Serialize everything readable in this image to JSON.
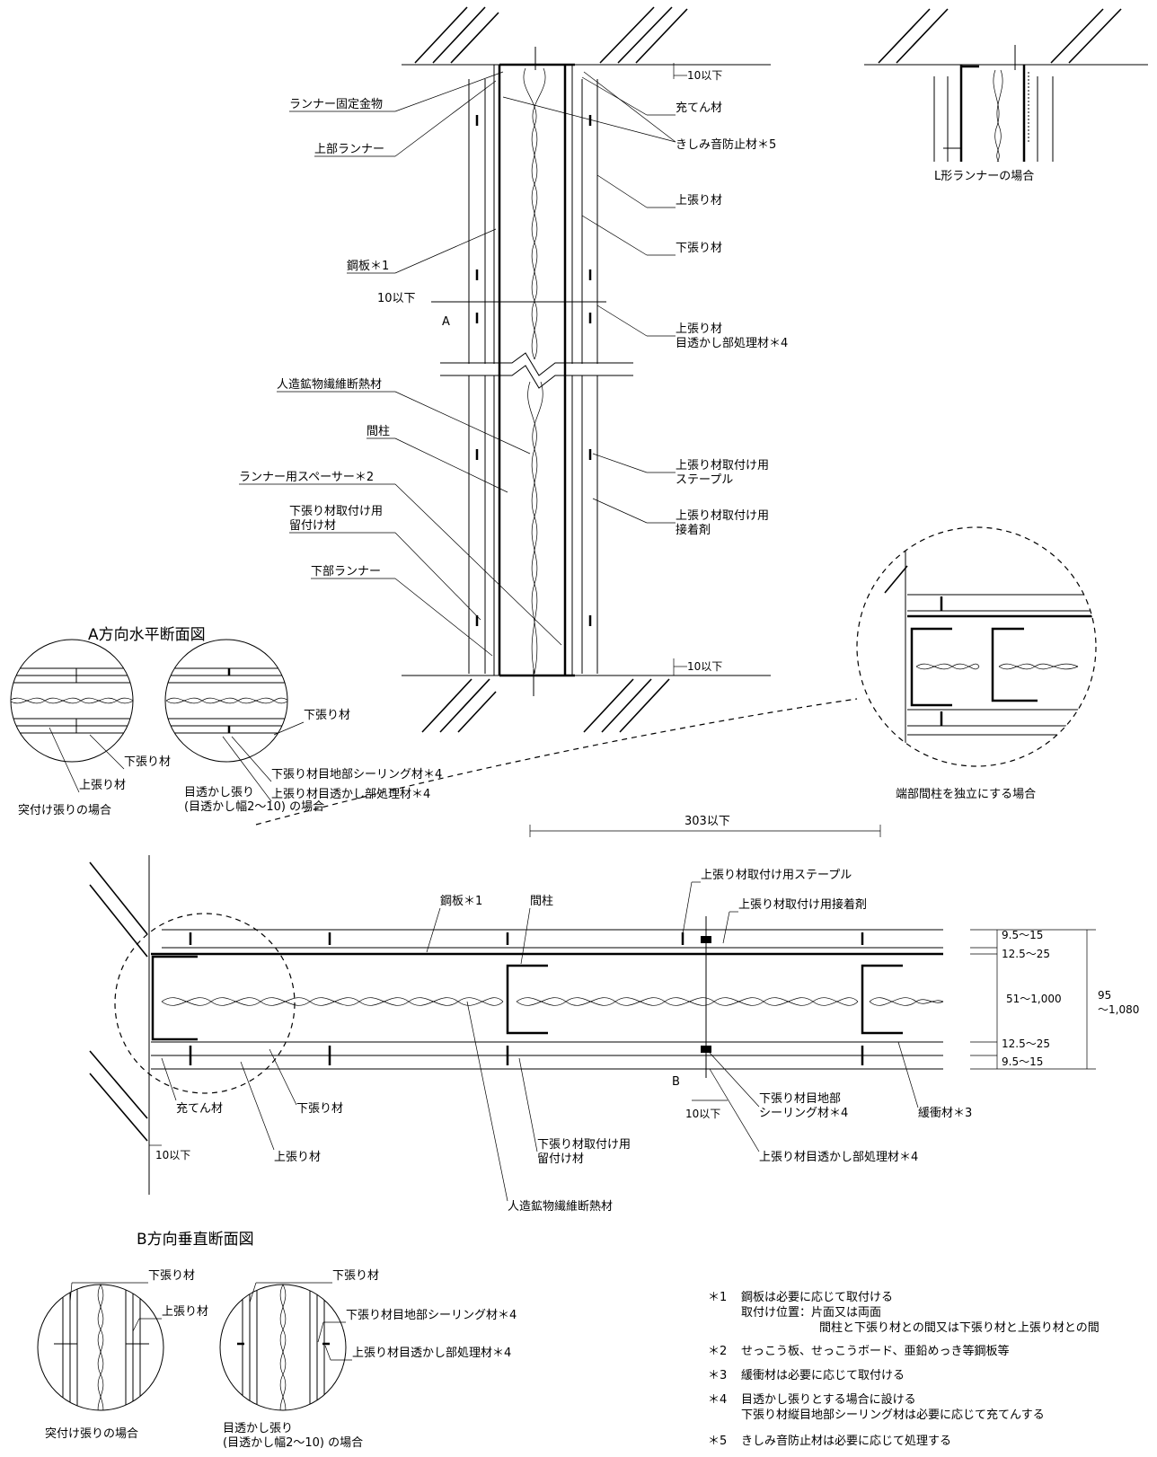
{
  "top_section": {
    "labels": {
      "runner_fixture": "ランナー固定金物",
      "upper_runner": "上部ランナー",
      "steel_plate": "鋼板＊1",
      "dim_10_below_a": "10以下",
      "a_mark": "A",
      "insulation": "人造鉱物繊維断熱材",
      "stud": "間柱",
      "runner_spacer": "ランナー用スペーサー＊2",
      "under_fastener": "下張り材取付け用\n留付け材",
      "lower_runner": "下部ランナー",
      "dim_10_below_top": "10以下",
      "filler": "充てん材",
      "anti_squeak": "きしみ音防止材＊5",
      "top_board": "上張り材",
      "under_board": "下張り材",
      "top_board_joint": "上張り材\n目透かし部処理材＊4",
      "top_staple": "上張り材取付け用\nステープル",
      "top_adhesive": "上張り材取付け用\n接着剤",
      "dim_10_below_bottom": "10以下"
    }
  },
  "l_runner": {
    "caption": "L形ランナーの場合"
  },
  "a_section": {
    "title": "A方向水平断面図",
    "left_circle": {
      "under_board": "下張り材",
      "top_board": "上張り材",
      "caption": "突付け張りの場合"
    },
    "right_circle": {
      "under_board": "下張り材",
      "joint_sealing": "下張り材目地部シーリング材＊4",
      "joint_treatment": "上張り材目透かし部処理材＊4",
      "caption": "目透かし張り\n(目透かし幅2～10) の場合"
    }
  },
  "detail_circle": {
    "caption": "端部間柱を独立にする場合"
  },
  "main_section": {
    "dim_303": "303以下",
    "top_staple": "上張り材取付け用ステープル",
    "top_adhesive": "上張り材取付け用接着剤",
    "steel_plate": "鋼板＊1",
    "stud": "間柱",
    "dims_right": [
      "9.5～15",
      "12.5～25",
      "51～1,000",
      "12.5～25",
      "9.5～15"
    ],
    "dim_total": "95\n～1,080",
    "b_mark": "B",
    "dim_10_below_b": "10以下",
    "filler": "充てん材",
    "under_board": "下張り材",
    "dim_10_below_left": "10以下",
    "top_board": "上張り材",
    "under_fastener": "下張り材取付け用\n留付け材",
    "insulation": "人造鉱物繊維断熱材",
    "joint_sealing": "下張り材目地部\nシーリング材＊4",
    "joint_treatment": "上張り材目透かし部処理材＊4",
    "cushion": "緩衝材＊3"
  },
  "b_section": {
    "title": "B方向垂直断面図",
    "left_circle": {
      "under_board": "下張り材",
      "top_board": "上張り材",
      "caption": "突付け張りの場合"
    },
    "right_circle": {
      "under_board": "下張り材",
      "joint_sealing": "下張り材目地部シーリング材＊4",
      "joint_treatment": "上張り材目透かし部処理材＊4",
      "caption": "目透かし張り\n(目透かし幅2～10) の場合"
    }
  },
  "notes": [
    {
      "mark": "＊1",
      "text": "鋼板は必要に応じて取付ける\n取付け位置：片面又は両面\n　　　　　　間柱と下張り材との間又は下張り材と上張り材との間"
    },
    {
      "mark": "＊2",
      "text": "せっこう板、せっこうボード、亜鉛めっき等鋼板等"
    },
    {
      "mark": "＊3",
      "text": "緩衝材は必要に応じて取付ける"
    },
    {
      "mark": "＊4",
      "text": "目透かし張りとする場合に設ける\n下張り材縦目地部シーリング材は必要に応じて充てんする"
    },
    {
      "mark": "＊5",
      "text": "きしみ音防止材は必要に応じて処理する"
    }
  ]
}
